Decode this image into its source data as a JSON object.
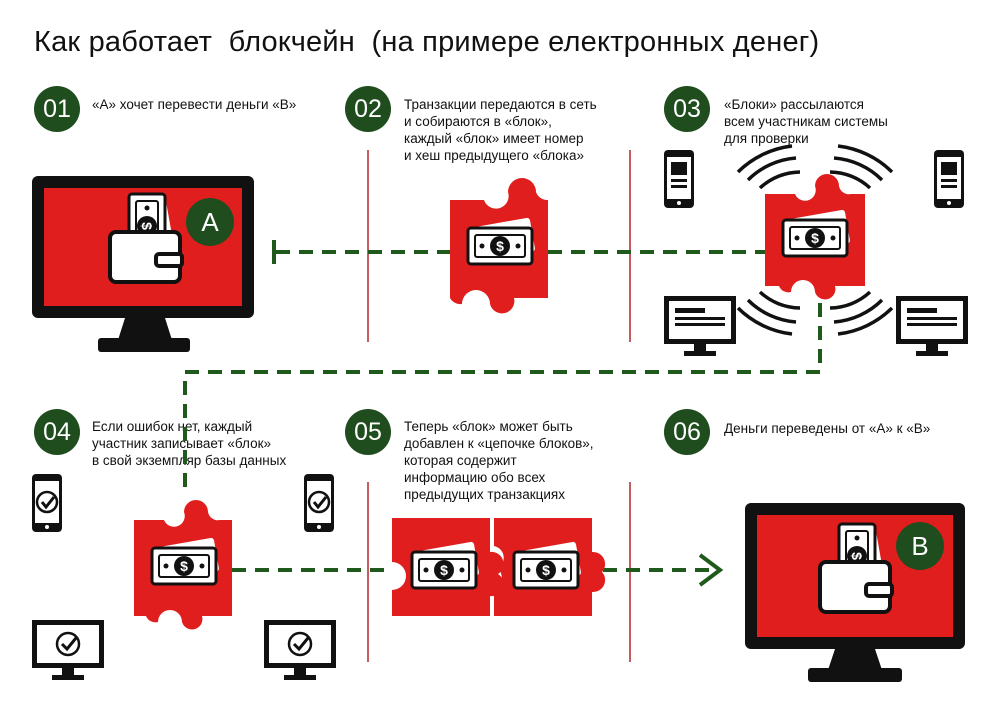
{
  "title": "Как работает  блокчейн  (на примере електронных денег)",
  "colors": {
    "accent_red": "#e01e1e",
    "dark_green": "#1f4d1e",
    "divider": "#b3262c",
    "frame": "#111111"
  },
  "steps": [
    {
      "number": "01",
      "lines": [
        "«А» хочет перевести деньги «В»"
      ]
    },
    {
      "number": "02",
      "lines": [
        "Транзакции передаются в сеть",
        "и собираются в «блок»,",
        "каждый «блок» имеет номер",
        "и хеш предыдущего «блока»"
      ]
    },
    {
      "number": "03",
      "lines": [
        "«Блоки» рассылаются",
        "всем участникам системы",
        "для проверки"
      ]
    },
    {
      "number": "04",
      "lines": [
        "Если ошибок нет, каждый",
        "участник записывает «блок»",
        "в свой экземпляр базы данных"
      ]
    },
    {
      "number": "05",
      "lines": [
        "Теперь «блок» может быть",
        "добавлен к «цепочке блоков»,",
        "которая содержит",
        "информацию обо всех",
        "предыдущих транзакциях"
      ]
    },
    {
      "number": "06",
      "lines": [
        "Деньги переведены от «А» к «В»"
      ]
    }
  ],
  "badges": {
    "sender": "A",
    "receiver": "B"
  },
  "icons": {
    "currency": "dollar-icon",
    "wallet": "wallet-icon",
    "phone": "smartphone-icon",
    "monitor": "monitor-icon",
    "check": "checkmark-icon",
    "signal": "broadcast-waves-icon"
  }
}
